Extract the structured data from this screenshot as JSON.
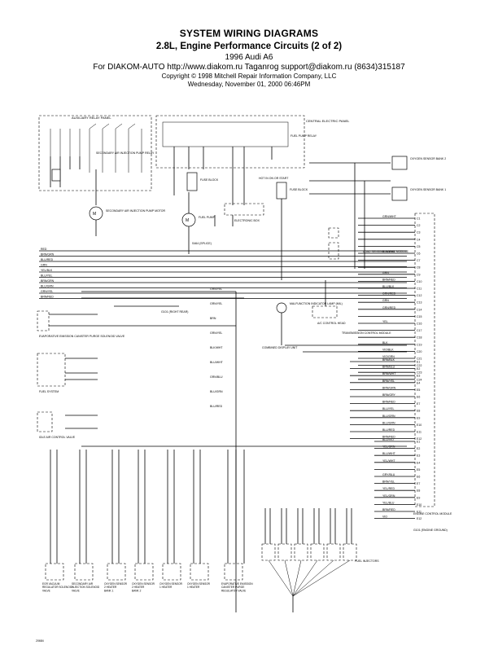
{
  "header": {
    "title": "SYSTEM WIRING DIAGRAMS",
    "subtitle": "2.8L, Engine Performance Circuits (2 of 2)",
    "vehicle": "1996 Audi A6",
    "source": "For DIAKOM-AUTO http://www.diakom.ru Taganrog support@diakom.ru (8634)315187",
    "copyright": "Copyright © 1998 Mitchell Repair Information Company, LLC",
    "date": "Wednesday, November 01, 2000  06:46PM"
  },
  "labels": {
    "aux_relay": "AUXILIARY RELAY PANEL",
    "central_panel": "CENTRAL ELECTRIC PANEL",
    "sec_air_relay": "SECONDARY AIR INJECTION PUMP RELAY",
    "fuel_pump_relay": "FUEL PUMP RELAY",
    "hot_in_run": "HOT IN ON OR START",
    "fuse_block": "FUSE BLOCK",
    "fuse_block2": "FUSE BLOCK",
    "fuel_pump": "FUEL PUMP",
    "sec_air_motor": "SECONDARY AIR INJECTION PUMP MOTOR",
    "s464": "S464 (SPLICE)",
    "electronic_box": "ELECTRONIC BOX",
    "g101": "G101 (RIGHT REAR)",
    "g105": "G105",
    "evap_purge": "EVAPORATIVE EMISSION CANISTER PURGE SOLENOID VALVE",
    "fuel_sys": "FUEL SYSTEM",
    "idle_air": "IDLE AIR CONTROL VALVE",
    "mil": "MALFUNCTION INDICATOR LAMP (MIL)",
    "ac_control": "A/C CONTROL HEAD",
    "combined_display": "COMBINED DISPLAY UNIT",
    "trans_ctrl": "TRANSMISSION CONTROL MODULE",
    "o2_b2": "OXYGEN SENSOR BANK 2",
    "o2_b1": "OXYGEN SENSOR BANK 1",
    "thermo": "LOAD SENSING SIGNAL MODULE",
    "ecm": "ENGINE CONTROL MODULE",
    "g101b": "G101 (ENGINE GROUND)",
    "fuel_inj": "FUEL INJECTORS",
    "code": "20684",
    "bottom_components": [
      "EGR VACUUM REGULATOR SOLENOID VALVE",
      "SECONDARY AIR INJECTION SOLENOID VALVE",
      "OXYGEN SENSOR 2 HEATER BANK 1",
      "OXYGEN SENSOR 2 HEATER BANK 2",
      "OXYGEN SENSOR 1 HEATER",
      "OXYGEN SENSOR 1 HEATER",
      "EVAPORATIVE EMISSION CANISTER PURGE REGULATOR VALVE"
    ],
    "left_wires": [
      "RED",
      "BRN/GRN",
      "BLU/RED",
      "GRN",
      "YEL/BLK",
      "BLU/YEL",
      "BRN/GRN",
      "BLU/GRN",
      "GRN/YEL",
      "BRN/RED"
    ],
    "wire_mid": [
      "GRN/YEL",
      "GRN/YEL",
      "BRN",
      "GRN/YEL",
      "BLK/WHT",
      "BLU/WHT",
      "GRN/BLU",
      "BLU/GRN",
      "BLU/RED"
    ],
    "ecm_pins_a": [
      "C1",
      "C2",
      "C3",
      "C4",
      "C5",
      "C6",
      "C7",
      "C8",
      "C9",
      "C10",
      "C11",
      "C12",
      "C13",
      "C14",
      "C15",
      "C16",
      "C17",
      "C18",
      "C19",
      "C20",
      "C21",
      "C22",
      "C23",
      "C24"
    ],
    "ecm_wires_a": [
      "GRN/WHT",
      "",
      "",
      "",
      "",
      "BLK/WHT",
      "",
      "",
      "GRN",
      "BRN/RED",
      "BLU/BLK",
      "GRN/RED",
      "GRN",
      "GRN/RED",
      "",
      "YEL",
      "",
      "",
      "BLK",
      "VIO/BLK",
      "VIO/GRN",
      "",
      "",
      ""
    ],
    "ecm_pins_b": [
      "E1",
      "E2",
      "E3",
      "E4",
      "E5",
      "E6",
      "E7",
      "E8",
      "E9",
      "E10",
      "E11",
      "E12"
    ],
    "ecm_wires_b": [
      "BRN/BLK",
      "BRN/BLU",
      "BRN/WHT",
      "BRN/YEL",
      "BRN/GRN",
      "BRN/GRY",
      "BRN/RED",
      "BLU/YEL",
      "BLU/GRN",
      "BLU/GRN",
      "BLU/RED",
      "BRN/RED"
    ],
    "ecm_pins_c": [
      "E1",
      "E2",
      "E3",
      "E4",
      "E5",
      "E6",
      "E7",
      "E8",
      "E9",
      "E10",
      "E11",
      "E12"
    ],
    "ecm_wires_c": [
      "BLU/VIO",
      "YEL/GRN",
      "BLU/WHT",
      "YEL/WHT",
      "",
      "GRY/BLU",
      "BRN/YEL",
      "YEL/RED",
      "YEL/GRN",
      "YEL/BLU",
      "BRN/RED",
      "VIO"
    ]
  }
}
